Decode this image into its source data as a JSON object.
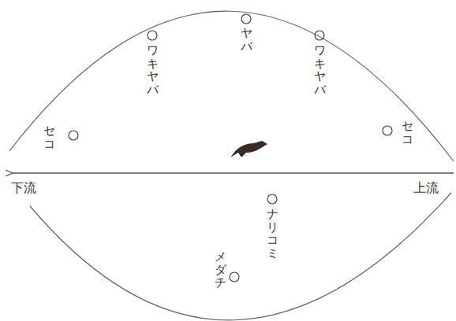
{
  "diagram": {
    "labels": [
      "ヤバ",
      "ワキヤバ",
      "ワキヤバ",
      "セコ",
      "セコ",
      "下流",
      "上流",
      "ナリコミ",
      "メダチ"
    ]
  }
}
